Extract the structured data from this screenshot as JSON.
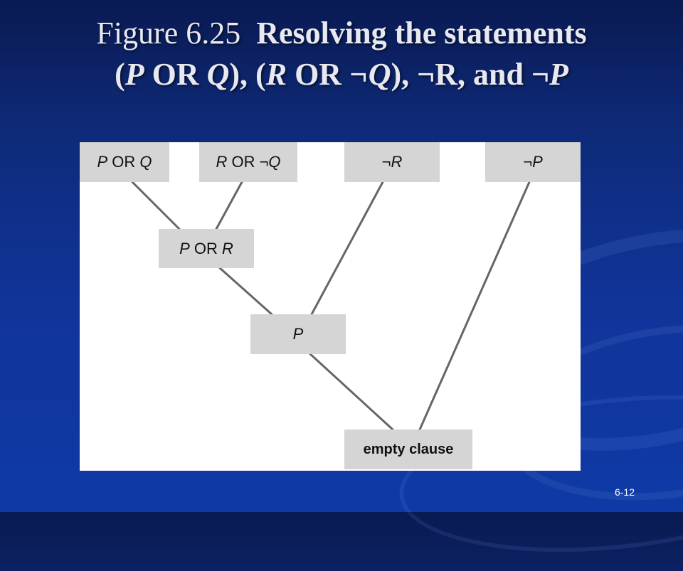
{
  "title": {
    "prefix": "Figure 6.25",
    "heading": "Resolving the statements",
    "line2_open1": "(",
    "P": "P",
    "OR": "OR",
    "Q": "Q",
    "line2_close1": "),",
    "line2_open2": "(",
    "R": "R",
    "negQ": "¬Q",
    "line2_close2": "),",
    "negR": "¬R,",
    "and": "and",
    "negP_sym": "¬",
    "negP_var": "P"
  },
  "nodes": {
    "p_or_q": {
      "a": "P",
      "op": " OR ",
      "b": "Q"
    },
    "r_or_notq": {
      "a": "R",
      "op": " OR ¬",
      "b": "Q"
    },
    "not_r": {
      "op": "¬",
      "a": "R"
    },
    "not_p": {
      "op": "¬",
      "a": "P"
    },
    "p_or_r": {
      "a": "P",
      "op": " OR ",
      "b": "R"
    },
    "p": {
      "a": "P"
    },
    "empty": {
      "label": "empty clause"
    }
  },
  "slide_number": "6-12",
  "colors": {
    "background_top": "#0a1a52",
    "background_bottom": "#0f3aa5",
    "node_fill": "#d5d5d5",
    "edge": "#666666",
    "title_text": "#e8e8f0"
  }
}
